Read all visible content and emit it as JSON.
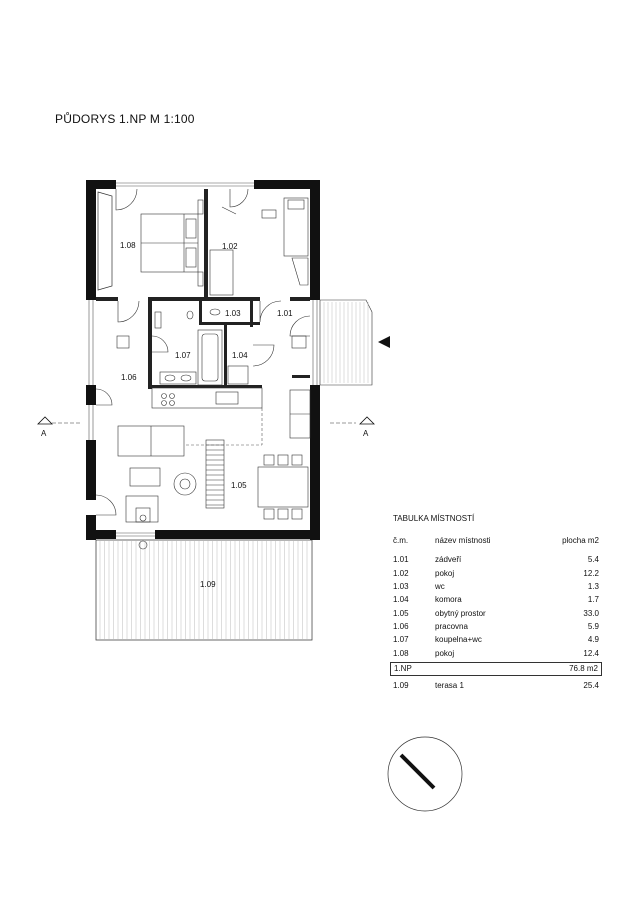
{
  "title": "PŮDORYS 1.NP  M 1:100",
  "rooms": {
    "r101": "1.01",
    "r102": "1.02",
    "r103": "1.03",
    "r104": "1.04",
    "r105": "1.05",
    "r106": "1.06",
    "r107": "1.07",
    "r108": "1.08",
    "r109": "1.09"
  },
  "section_marker": {
    "left": "A",
    "right": "A"
  },
  "room_table": {
    "title": "TABULKA MÍSTNOSTÍ",
    "headers": [
      "č.m.",
      "název místnosti",
      "plocha m2"
    ],
    "rows": [
      [
        "1.01",
        "zádveří",
        "5.4"
      ],
      [
        "1.02",
        "pokoj",
        "12.2"
      ],
      [
        "1.03",
        "wc",
        "1.3"
      ],
      [
        "1.04",
        "komora",
        "1.7"
      ],
      [
        "1.05",
        "obytný prostor",
        "33.0"
      ],
      [
        "1.06",
        "pracovna",
        "5.9"
      ],
      [
        "1.07",
        "koupelna+wc",
        "4.9"
      ],
      [
        "1.08",
        "pokoj",
        "12.4"
      ]
    ],
    "total": [
      "1.NP",
      "",
      "76.8 m2"
    ],
    "extra": [
      "1.09",
      "terasa 1",
      "25.4"
    ]
  }
}
